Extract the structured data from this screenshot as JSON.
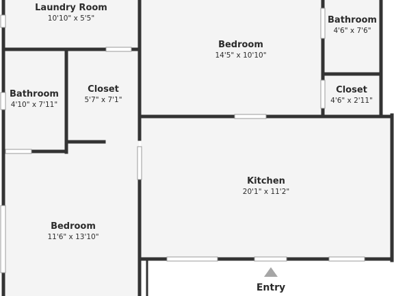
{
  "rooms": {
    "laundry": {
      "name": "Laundry Room",
      "dims": "10'10\" x 5'5\""
    },
    "bedroom_top": {
      "name": "Bedroom",
      "dims": "14'5\" x 10'10\""
    },
    "bathroom_right": {
      "name": "Bathroom",
      "dims": "4'6\" x 7'6\""
    },
    "closet_right": {
      "name": "Closet",
      "dims": "4'6\" x 2'11\""
    },
    "bathroom_left": {
      "name": "Bathroom",
      "dims": "4'10\" x 7'11\""
    },
    "closet_left": {
      "name": "Closet",
      "dims": "5'7\" x 7'1\""
    },
    "kitchen": {
      "name": "Kitchen",
      "dims": "20'1\" x 11'2\""
    },
    "bedroom_bottom": {
      "name": "Bedroom",
      "dims": "11'6\" x 13'10\""
    }
  },
  "entry": {
    "label": "Entry"
  },
  "colors": {
    "wall": "#333333",
    "floor": "#f4f4f4",
    "window": "#dddddd"
  }
}
